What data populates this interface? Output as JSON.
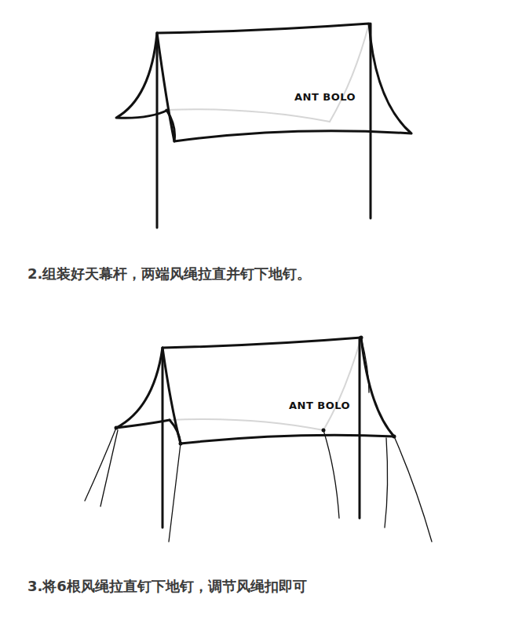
{
  "diagram": {
    "labels": [
      "ANT BOLO",
      "2.组装好天幕杆，两端风绳拉直并钉下地钉。",
      "ANT BOLO",
      "3.将6根风绳拉直钉下地钉，调节风绳扣即可"
    ]
  }
}
